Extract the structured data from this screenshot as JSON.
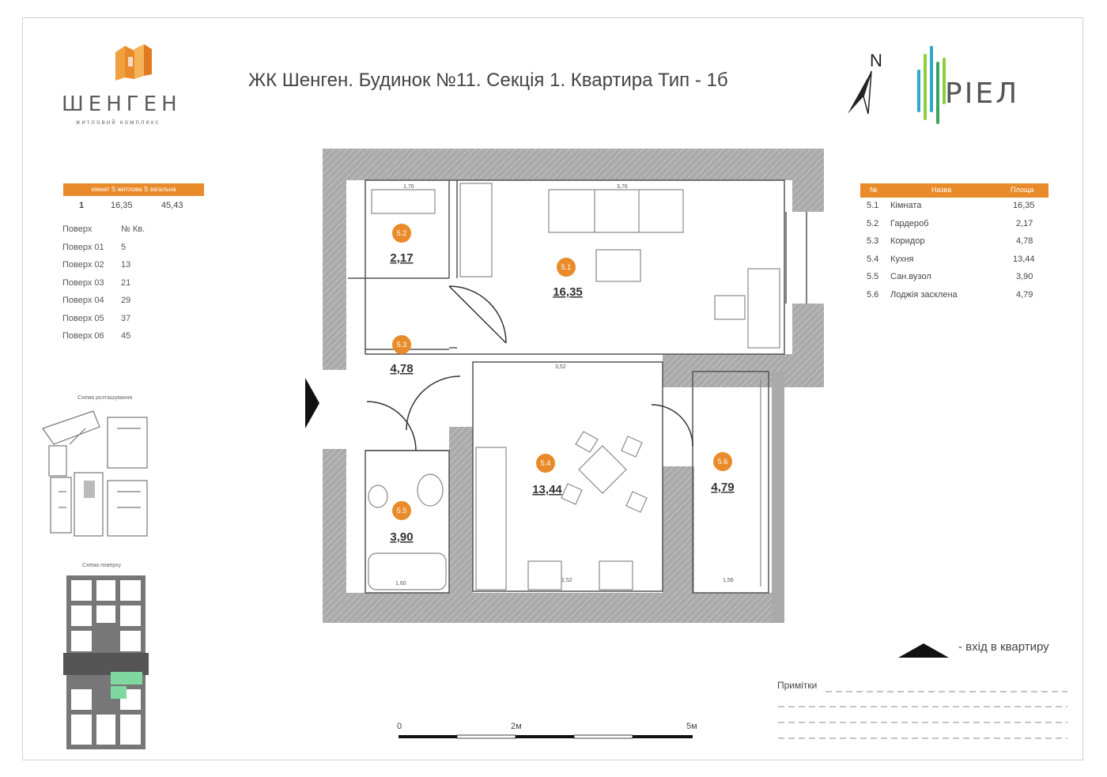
{
  "header": {
    "title": "ЖК Шенген. Будинок №11. Секція 1. Квартира Тип - 1б",
    "brand": "ШЕНГЕН",
    "brand_sub": "житловий комплекс",
    "partner_brand": "РІЕЛ",
    "north_label": "N"
  },
  "summary": {
    "header": "кімнат  S житлова  S загальна",
    "rooms": "1",
    "living_area": "16,35",
    "total_area": "45,43"
  },
  "floors": {
    "col1": "Поверх",
    "col2": "№ Кв.",
    "rows": [
      {
        "floor": "Поверх 01",
        "apt": "5"
      },
      {
        "floor": "Поверх 02",
        "apt": "13"
      },
      {
        "floor": "Поверх 03",
        "apt": "21"
      },
      {
        "floor": "Поверх 04",
        "apt": "29"
      },
      {
        "floor": "Поверх 05",
        "apt": "37"
      },
      {
        "floor": "Поверх 06",
        "apt": "45"
      }
    ]
  },
  "site_plan_label": "Схема розташування",
  "floor_plan_label": "Схема поверху",
  "room_table": {
    "headers": [
      "№",
      "Назва",
      "Площа"
    ],
    "rows": [
      {
        "no": "5.1",
        "name": "Кімната",
        "area": "16,35"
      },
      {
        "no": "5.2",
        "name": "Гардероб",
        "area": "2,17"
      },
      {
        "no": "5.3",
        "name": "Коридор",
        "area": "4,78"
      },
      {
        "no": "5.4",
        "name": "Кухня",
        "area": "13,44"
      },
      {
        "no": "5.5",
        "name": "Сан.вузол",
        "area": "3,90"
      },
      {
        "no": "5.6",
        "name": "Лоджія засклена",
        "area": "4,79"
      }
    ]
  },
  "plan_rooms": [
    {
      "badge": "5.2",
      "area": "2,17"
    },
    {
      "badge": "5.1",
      "area": "16,35"
    },
    {
      "badge": "5.3",
      "area": "4,78"
    },
    {
      "badge": "5.4",
      "area": "13,44"
    },
    {
      "badge": "5.6",
      "area": "4,79"
    },
    {
      "badge": "5.5",
      "area": "3,90"
    }
  ],
  "legend": {
    "entry_label": "- вхід в квартиру"
  },
  "notes_label": "Примітки",
  "scale": {
    "labels": [
      "0",
      "2м",
      "5м"
    ]
  }
}
